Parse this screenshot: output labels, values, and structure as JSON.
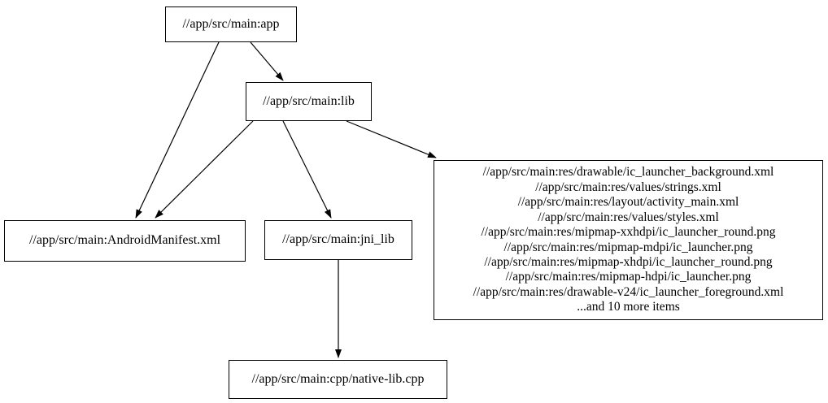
{
  "graph": {
    "type": "directed-dependency-graph",
    "colors": {
      "background": "#ffffff",
      "node_border": "#000000",
      "edge": "#000000",
      "text": "#000000"
    },
    "nodes": {
      "app": {
        "label": "//app/src/main:app"
      },
      "lib": {
        "label": "//app/src/main:lib"
      },
      "manifest": {
        "label": "//app/src/main:AndroidManifest.xml"
      },
      "jni_lib": {
        "label": "//app/src/main:jni_lib"
      },
      "native_lib": {
        "label": "//app/src/main:cpp/native-lib.cpp"
      },
      "resources": {
        "lines": [
          "//app/src/main:res/drawable/ic_launcher_background.xml",
          "//app/src/main:res/values/strings.xml",
          "//app/src/main:res/layout/activity_main.xml",
          "//app/src/main:res/values/styles.xml",
          "//app/src/main:res/mipmap-xxhdpi/ic_launcher_round.png",
          "//app/src/main:res/mipmap-mdpi/ic_launcher.png",
          "//app/src/main:res/mipmap-xhdpi/ic_launcher_round.png",
          "//app/src/main:res/mipmap-hdpi/ic_launcher.png",
          "//app/src/main:res/drawable-v24/ic_launcher_foreground.xml",
          "...and 10 more items"
        ]
      }
    },
    "edges": [
      {
        "from": "app",
        "to": "lib"
      },
      {
        "from": "app",
        "to": "manifest"
      },
      {
        "from": "lib",
        "to": "manifest"
      },
      {
        "from": "lib",
        "to": "jni_lib"
      },
      {
        "from": "lib",
        "to": "resources"
      },
      {
        "from": "jni_lib",
        "to": "native_lib"
      }
    ]
  }
}
